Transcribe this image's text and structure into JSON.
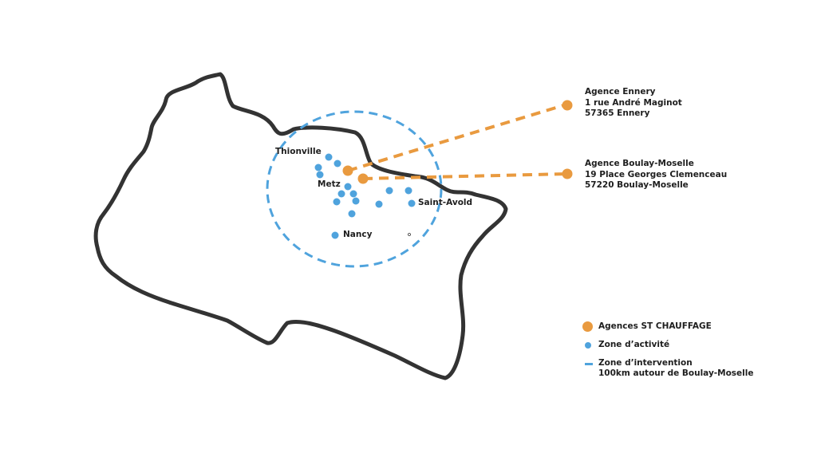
{
  "colors": {
    "agency": "#e99a3f",
    "activity": "#4fa3dd",
    "outline": "#333333"
  },
  "map": {
    "cities": {
      "thionville": "Thionville",
      "metz": "Metz",
      "saint_avold": "Saint-Avold",
      "nancy": "Nancy"
    },
    "small_marker": "°"
  },
  "agencies": [
    {
      "name": "Agence Ennery",
      "street": "1 rue André Maginot",
      "city": "57365 Ennery"
    },
    {
      "name": "Agence Boulay-Moselle",
      "street": "19 Place Georges Clemenceau",
      "city": "57220 Boulay-Moselle"
    }
  ],
  "legend": {
    "agencies": "Agences ST CHAUFFAGE",
    "activity": "Zone d’activité",
    "intervention_line1": "Zone d’intervention",
    "intervention_line2": "100km autour de Boulay-Moselle"
  }
}
